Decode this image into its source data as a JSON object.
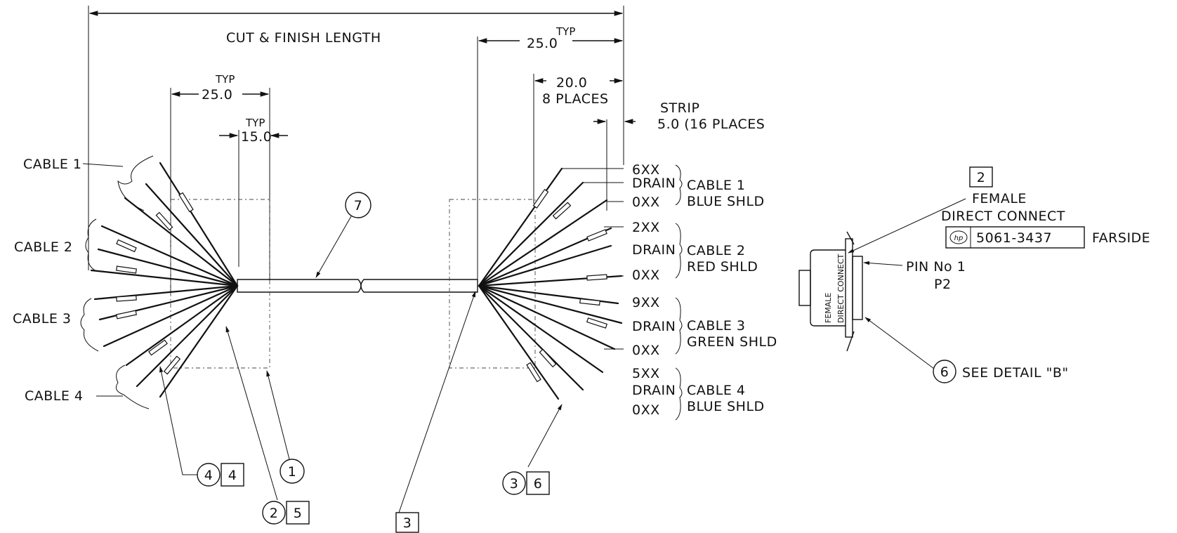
{
  "dimensions": {
    "overall": "CUT & FINISH LENGTH",
    "right_typ_len": "25.0",
    "right_typ": "TYP",
    "right_pairs_len": "20.0",
    "right_pairs_places": "8 PLACES",
    "strip_label": "STRIP",
    "strip_value": "5.0 (16 PLACES",
    "left_typ_top": "TYP",
    "left_len_a": "25.0",
    "left_typ_b": "TYP",
    "left_len_b": "15.0"
  },
  "left_cables": [
    "CABLE 1",
    "CABLE 2",
    "CABLE 3",
    "CABLE 4"
  ],
  "right_wires": [
    {
      "top": "6XX",
      "mid": "DRAIN",
      "bot": "0XX",
      "cable": "CABLE 1",
      "shield": "BLUE SHLD"
    },
    {
      "top": "2XX",
      "mid": "DRAIN",
      "bot": "0XX",
      "cable": "CABLE 2",
      "shield": "RED SHLD"
    },
    {
      "top": "9XX",
      "mid": "DRAIN",
      "bot": "0XX",
      "cable": "CABLE 3",
      "shield": "GREEN SHLD"
    },
    {
      "top": "5XX",
      "mid": "DRAIN",
      "bot": "0XX",
      "cable": "CABLE 4",
      "shield": "BLUE SHLD"
    }
  ],
  "callouts": {
    "bubble_7": "7",
    "bubble_4": "4",
    "box_4": "4",
    "bubble_2": "2",
    "box_5": "5",
    "bubble_1": "1",
    "box_3": "3",
    "bubble_3": "3",
    "box_6": "6",
    "box_2": "2",
    "bubble_6": "6"
  },
  "connector": {
    "female": "FEMALE",
    "direct_connect": "DIRECT CONNECT",
    "hp_logo": "hp",
    "part_number": "5061-3437",
    "farside": "FARSIDE",
    "pin": "PIN No 1",
    "ref": "P2",
    "body_label_1": "FEMALE",
    "body_label_2": "DIRECT CONNECT",
    "see_detail": "SEE DETAIL \"B\""
  }
}
